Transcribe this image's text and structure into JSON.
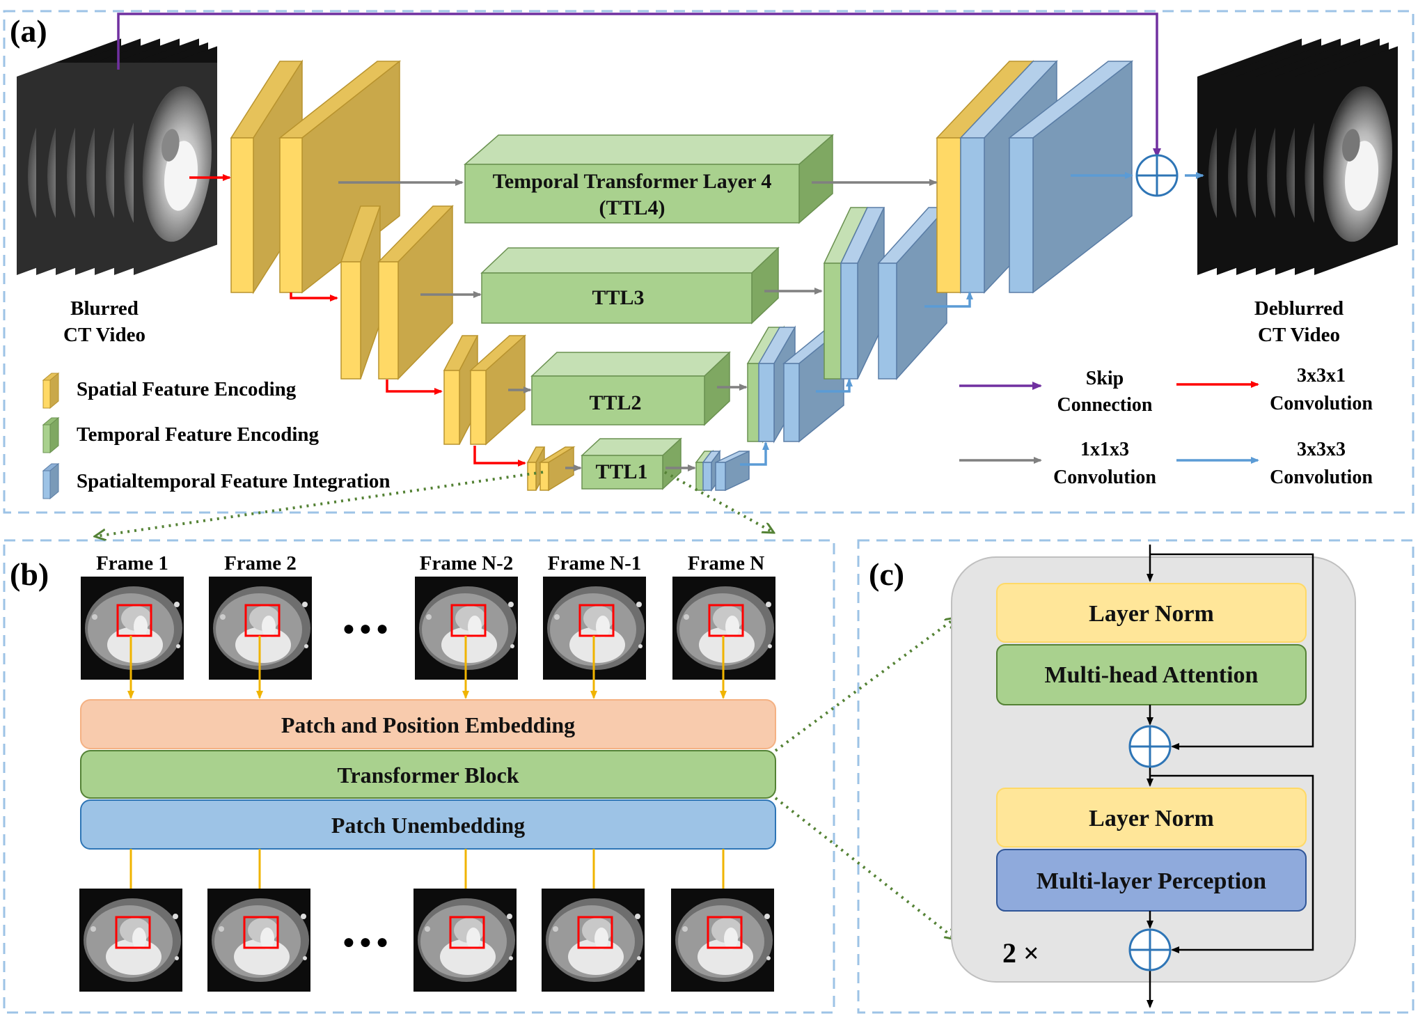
{
  "panels": {
    "a": "(a)",
    "b": "(b)",
    "c": "(c)"
  },
  "panel_a": {
    "input_label_line1": "Blurred",
    "input_label_line2": "CT Video",
    "output_label_line1": "Deblurred",
    "output_label_line2": "CT Video",
    "ttl4_line1": "Temporal Transformer Layer 4",
    "ttl4_line2": "(TTL4)",
    "ttl3": "TTL3",
    "ttl2": "TTL2",
    "ttl1": "TTL1",
    "legend": {
      "spatial": "Spatial Feature Encoding",
      "temporal": "Temporal Feature Encoding",
      "integration": "Spatialtemporal Feature Integration"
    },
    "arrow_legend": {
      "skip_line1": "Skip",
      "skip_line2": "Connection",
      "conv331_line1": "3x3x1",
      "conv331_line2": "Convolution",
      "conv113_line1": "1x1x3",
      "conv113_line2": "Convolution",
      "conv333_line1": "3x3x3",
      "conv333_line2": "Convolution"
    }
  },
  "panel_b": {
    "frames": [
      "Frame 1",
      "Frame 2",
      "Frame N-2",
      "Frame N-1",
      "Frame N"
    ],
    "ellipsis": "●●●",
    "patch_embedding": "Patch and Position Embedding",
    "transformer_block": "Transformer Block",
    "patch_unembedding": "Patch Unembedding"
  },
  "panel_c": {
    "layer_norm_1": "Layer Norm",
    "attention": "Multi-head Attention",
    "layer_norm_2": "Layer Norm",
    "mlp": "Multi-layer Perception",
    "repeat": "2 ×"
  },
  "colors": {
    "yellow_front": "#FFD966",
    "yellow_side": "#C9A84A",
    "green_front": "#A9D18E",
    "green_side": "#7FA862",
    "blue_front": "#9DC3E6",
    "blue_side": "#7A9AB8",
    "skip": "#7030A0",
    "conv331": "#FF0000",
    "conv113": "#808080",
    "conv333": "#5B9BD5",
    "patch_embedding": "#F8CBAD",
    "dash_border": "#9DC3E6",
    "dotted_arrow": "#548235"
  }
}
